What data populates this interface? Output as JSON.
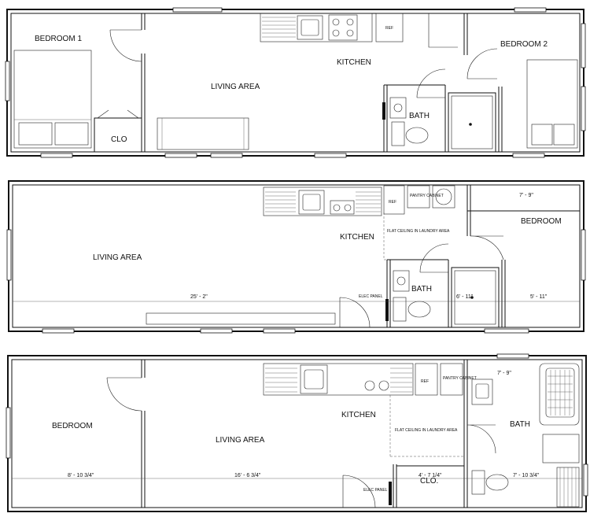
{
  "plans": [
    {
      "rooms": {
        "bedroom_1": "BEDROOM 1",
        "living": "LIVING AREA",
        "kitchen": "KITCHEN",
        "bedroom_2": "BEDROOM 2",
        "bath": "BATH",
        "closet": "CLO"
      },
      "fixtures": {
        "ref": "REF"
      }
    },
    {
      "rooms": {
        "living": "LIVING AREA",
        "kitchen": "KITCHEN",
        "bedroom": "BEDROOM",
        "bath": "BATH"
      },
      "notes": {
        "pantry": "PANTRY CABINET",
        "flat_ceiling": "FLAT CEILING IN LAUNDRY AREA",
        "elec_panel": "ELEC PANEL",
        "ref": "REF"
      },
      "dims": {
        "living_len": "25' - 2\"",
        "bath_w": "6' - 11\"",
        "bed_w": "5' - 11\"",
        "bed_d": "7' - 9\""
      }
    },
    {
      "rooms": {
        "bedroom": "BEDROOM",
        "living": "LIVING AREA",
        "kitchen": "KITCHEN",
        "bath": "BATH",
        "closet": "CLO."
      },
      "notes": {
        "pantry": "PANTRY CABINET",
        "flat_ceiling": "FLAT CEILING IN LAUNDRY AREA",
        "elec_panel": "ELEC PANEL",
        "ref": "REF"
      },
      "dims": {
        "bedroom_len": "8' - 10 3/4\"",
        "living_len": "16' - 6 3/4\"",
        "clo_w": "4' - 7 1/4\"",
        "bath_len": "7' - 10 3/4\"",
        "bath_d": "7' - 9\""
      }
    }
  ]
}
